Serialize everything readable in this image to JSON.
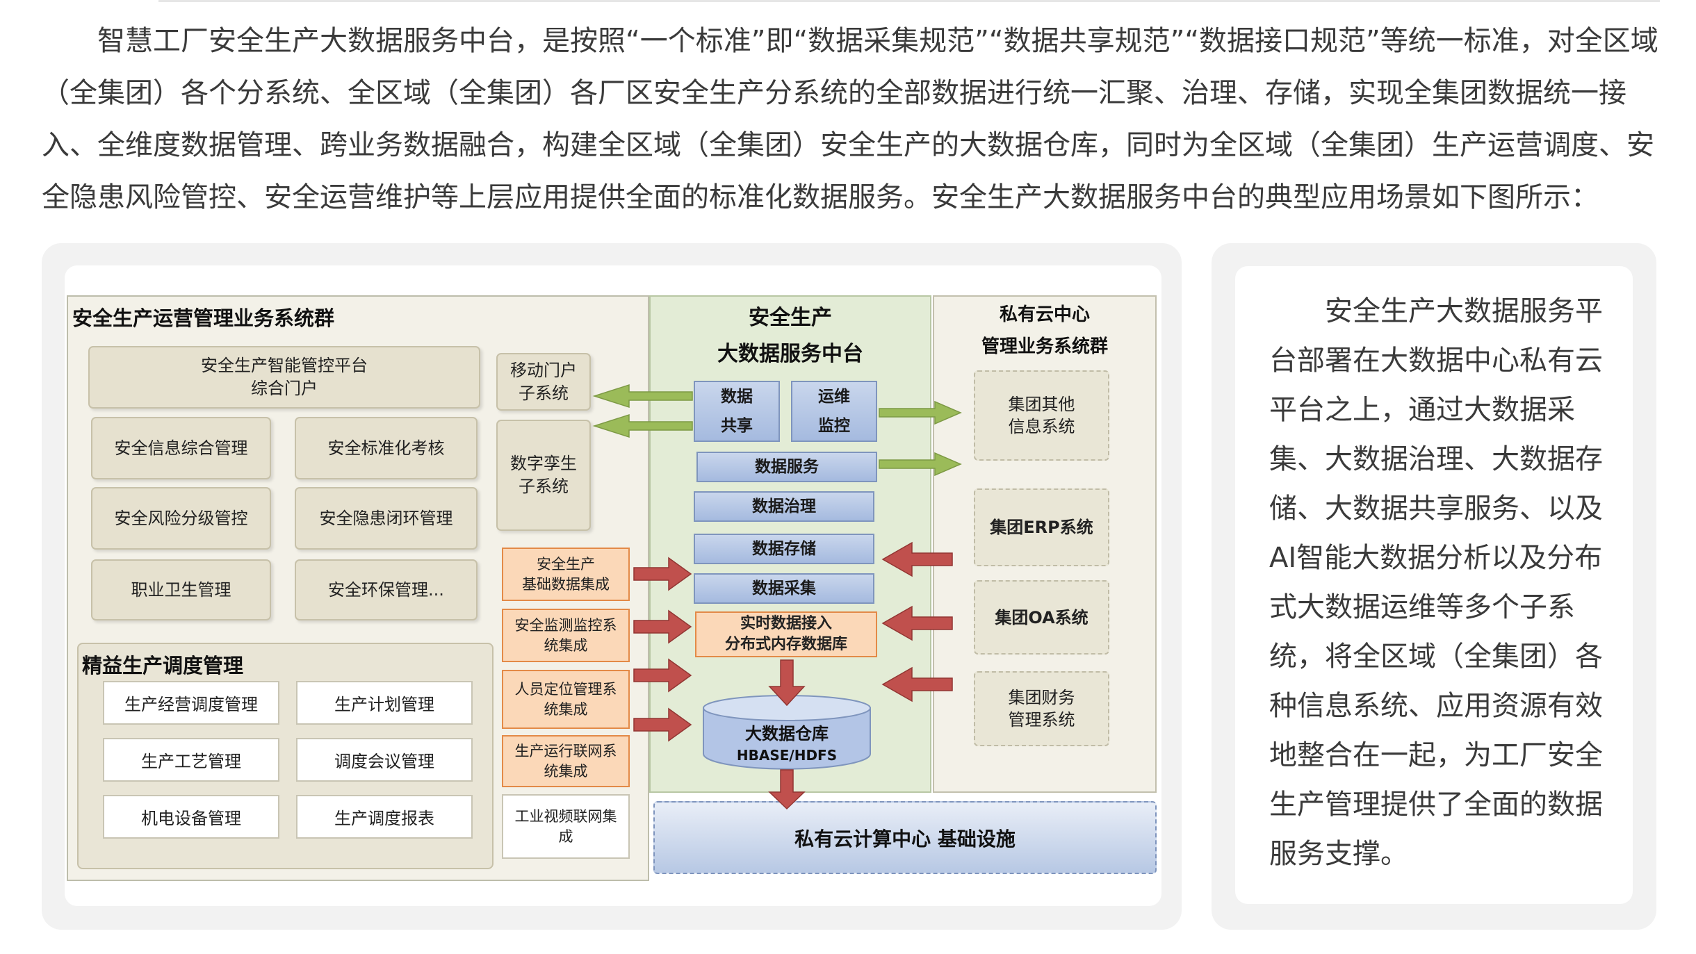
{
  "intro": {
    "paragraph": "智慧工厂安全生产大数据服务中台，是按照“一个标准”即“数据采集规范”“数据共享规范”“数据接口规范”等统一标准，对全区域（全集团）各个分系统、全区域（全集团）各厂区安全生产分系统的全部数据进行统一汇聚、治理、存储，实现全集团数据统一接入、全维度数据管理、跨业务数据融合，构建全区域（全集团）安全生产的大数据仓库，同时为全区域（全集团）生产运营调度、安全隐患风险管控、安全运营维护等上层应用提供全面的标准化数据服务。安全生产大数据服务中台的典型应用场景如下图所示："
  },
  "side": {
    "paragraph": "安全生产大数据服务平台部署在大数据中心私有云平台之上，通过大数据采集、大数据治理、大数据存储、大数据共享服务、以及AI智能大数据分析以及分布式大数据运维等多个子系统，将全区域（全集团）各种信息系统、应用资源有效地整合在一起，为工厂安全生产管理提供了全面的数据服务支撑。"
  },
  "diagram": {
    "left_title": "安全生产运营管理业务系统群",
    "portal": "安全生产智能管控平台\n综合门户",
    "mgmt_items": [
      "安全信息综合管理",
      "安全标准化考核",
      "安全风险分级管控",
      "安全隐患闭环管理",
      "职业卫生管理",
      "安全环保管理..."
    ],
    "mobile": "移动门户\n子系统",
    "twin": "数字孪生\n子系统",
    "lean_title": "精益生产调度管理",
    "lean_items": [
      "生产经营调度管理",
      "生产计划管理",
      "生产工艺管理",
      "调度会议管理",
      "机电设备管理",
      "生产调度报表"
    ],
    "integrations": [
      "安全生产\n基础数据集成",
      "安全监测监控系\n统集成",
      "人员定位管理系\n统集成",
      "生产运行联网系\n统集成",
      "工业视频联网集\n成"
    ],
    "center_title": "安全生产\n大数据服务中台",
    "share": "数据\n共享",
    "monitor": "运维\n监控",
    "stack": [
      "数据服务",
      "数据治理",
      "数据存储",
      "数据采集"
    ],
    "realtime": "实时数据接入\n分布式内存数据库",
    "warehouse": "大数据仓库",
    "warehouse_sub": "HBASE/HDFS",
    "right_title": "私有云中心\n管理业务系统群",
    "right_items": [
      "集团其他\n信息系统",
      "集团ERP系统",
      "集团OA系统",
      "集团财务\n管理系统"
    ],
    "infra": "私有云计算中心 基础设施",
    "colors": {
      "arrow_green": "#9bbb59",
      "arrow_red": "#c0504d",
      "blue_box": "#b9c9e6",
      "orange_box": "#fbd8b8"
    }
  }
}
